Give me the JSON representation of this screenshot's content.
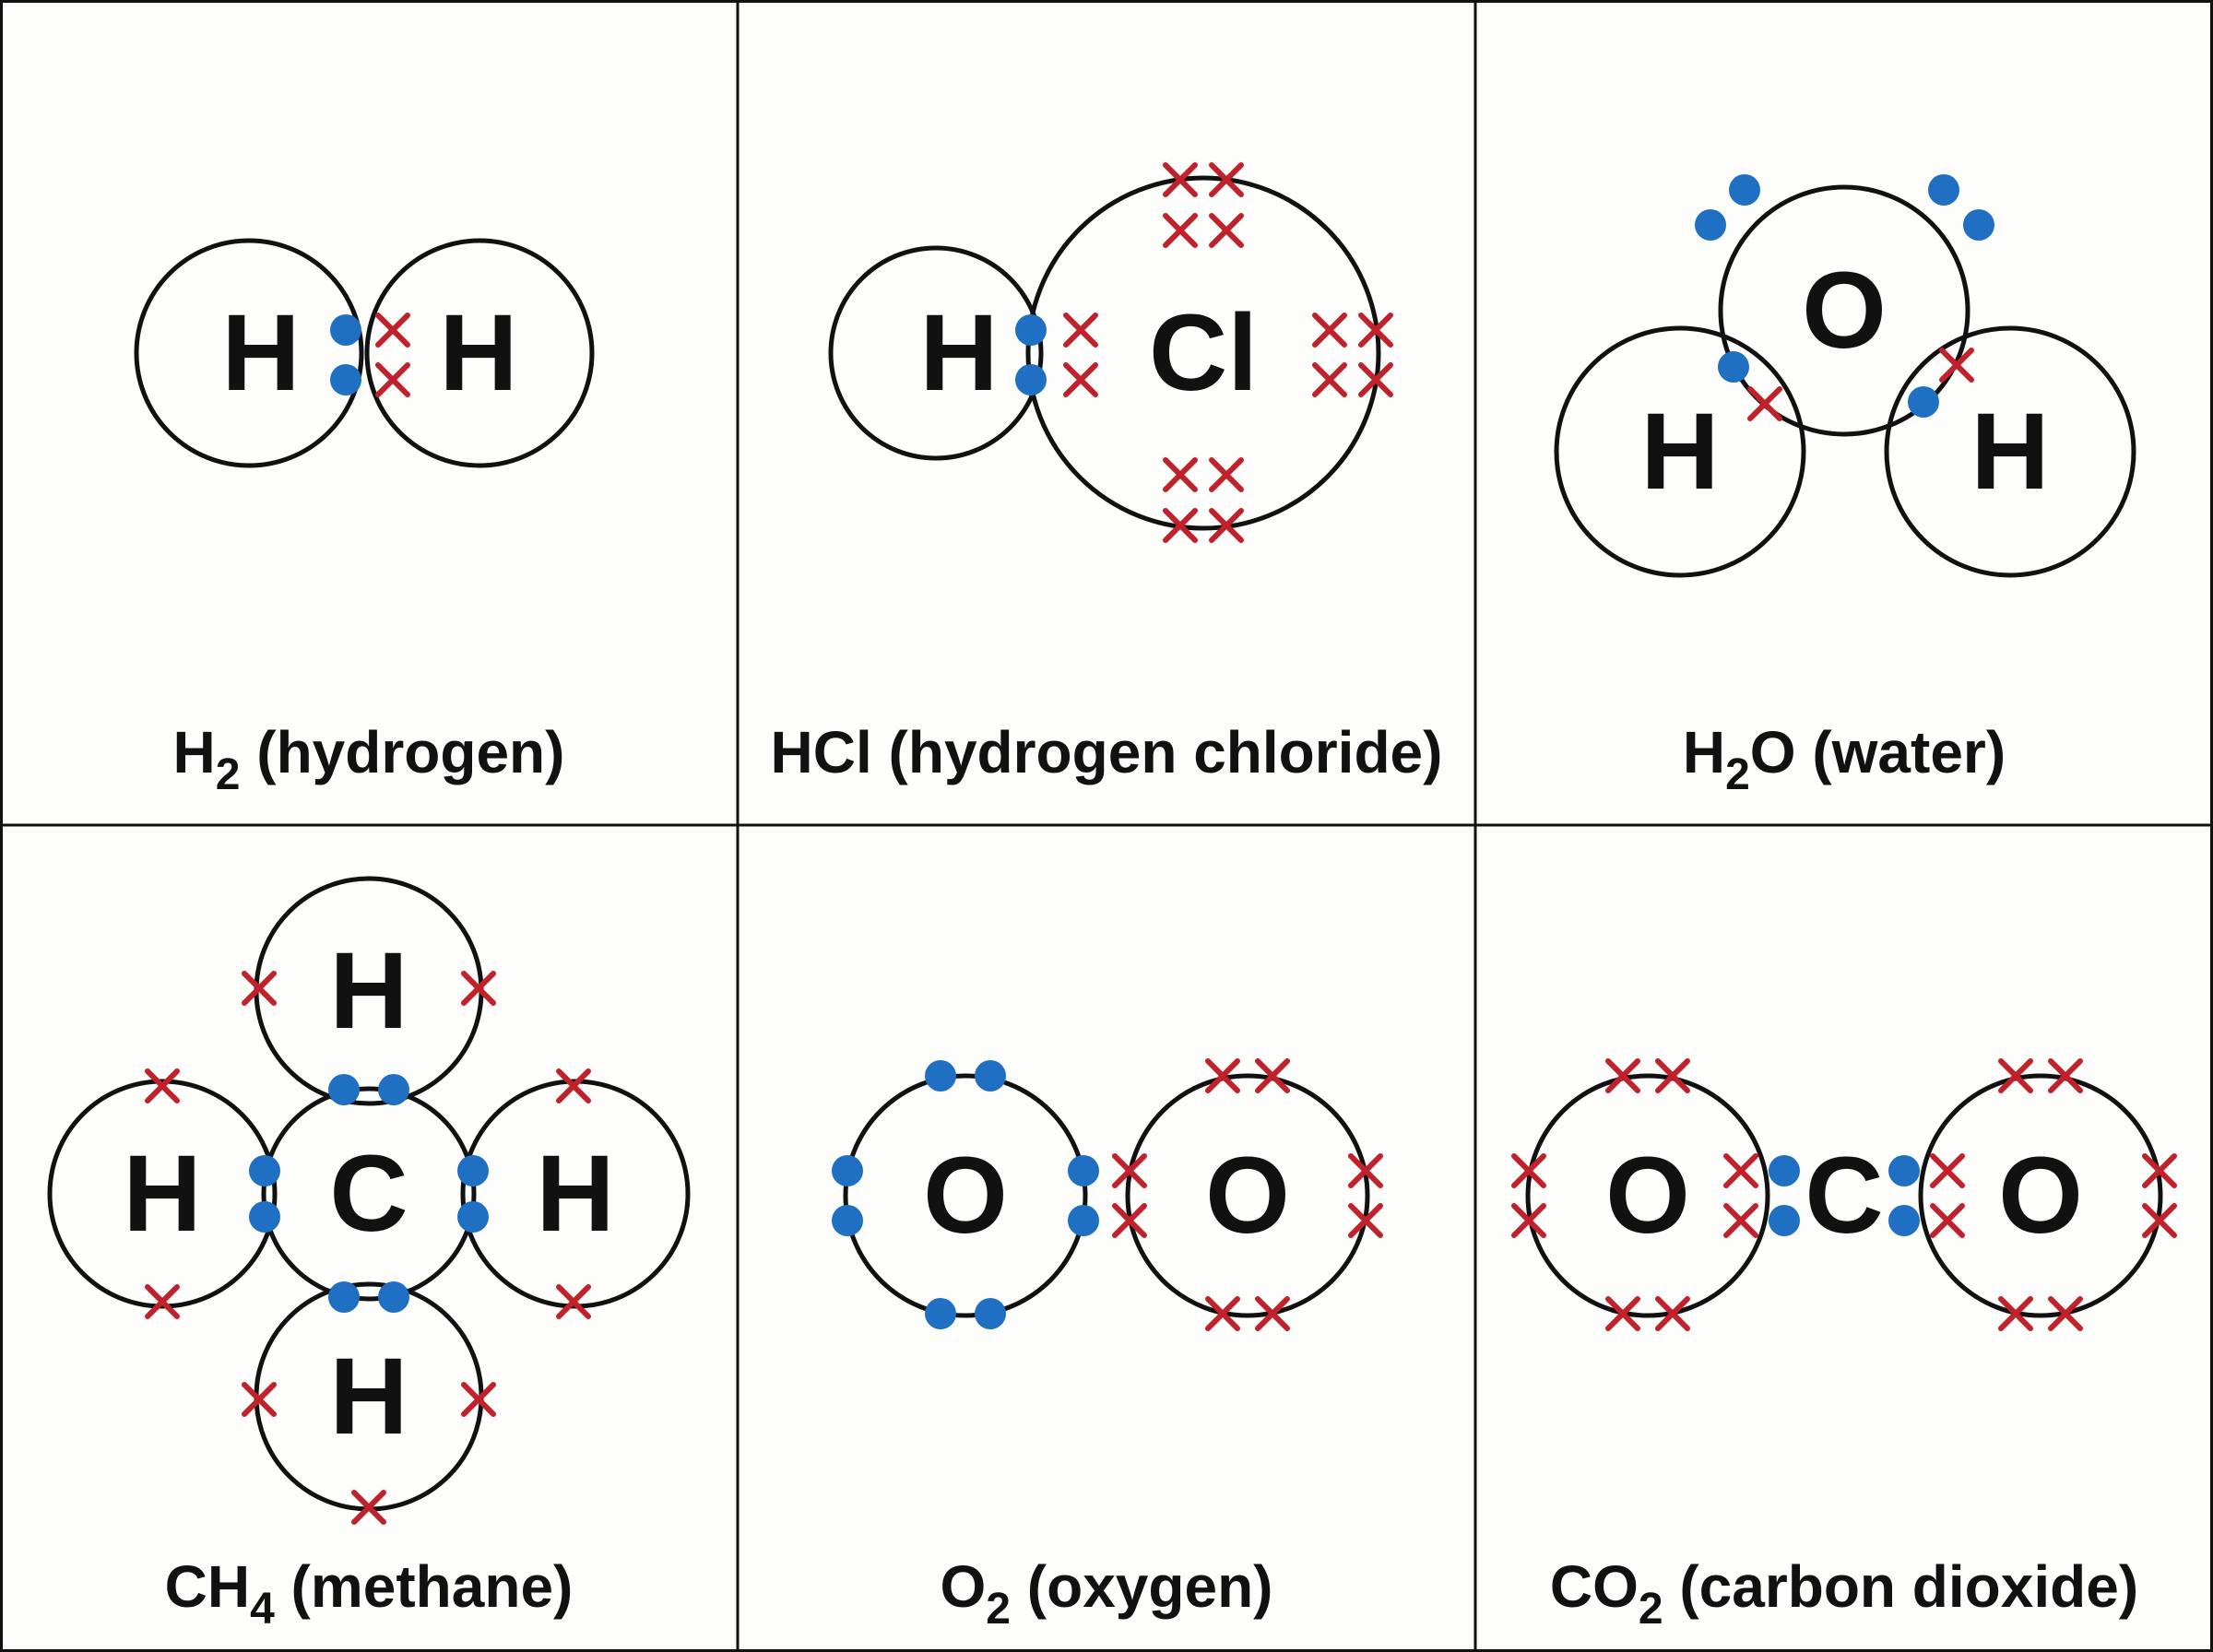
{
  "colors": {
    "shared_dot": "#1f6fc2",
    "cross": "#c0212a",
    "outline": "#111111"
  },
  "panels": [
    {
      "id": "h2",
      "formula": "H",
      "sub": "2",
      "tail": " (hydrogen)",
      "symbols": [
        "H",
        "H"
      ]
    },
    {
      "id": "hcl",
      "formula": "HCl (hydrogen chloride)",
      "sub": "",
      "tail": "",
      "symbols": [
        "H",
        "Cl"
      ]
    },
    {
      "id": "h2o",
      "formula": "H",
      "sub": "2",
      "tail": "O (water)",
      "symbols": [
        "O",
        "H",
        "H"
      ]
    },
    {
      "id": "ch4",
      "formula": "CH",
      "sub": "4",
      "tail": " (methane)",
      "symbols": [
        "H",
        "H",
        "C",
        "H",
        "H"
      ]
    },
    {
      "id": "o2",
      "formula": "O",
      "sub": "2",
      "tail": " (oxygen)",
      "symbols": [
        "O",
        "O"
      ]
    },
    {
      "id": "co2",
      "formula": "CO",
      "sub": "2",
      "tail": " (carbon dioxide)",
      "symbols": [
        "O",
        "C",
        "O"
      ]
    }
  ]
}
